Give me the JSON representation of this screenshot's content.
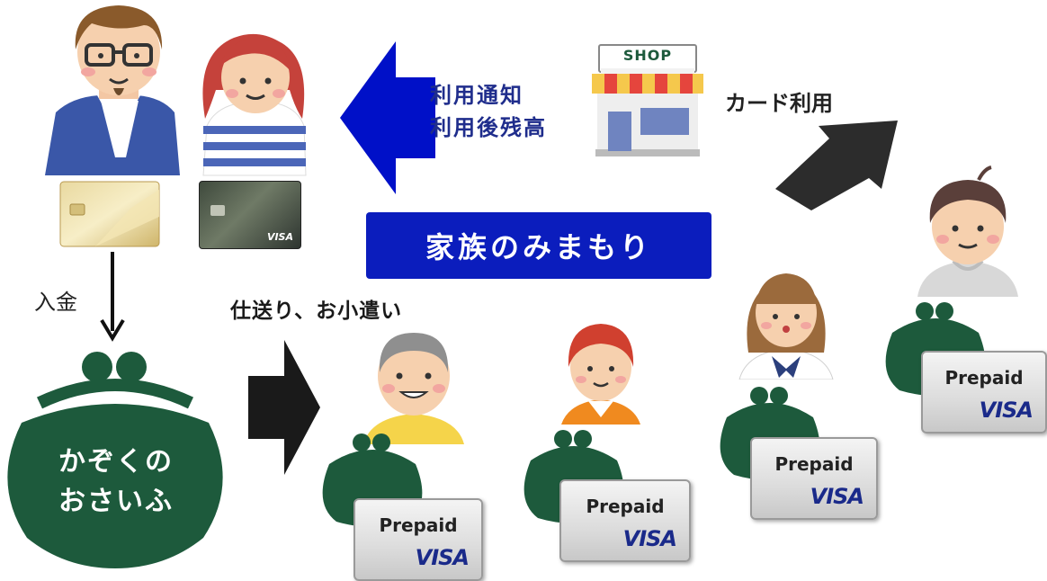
{
  "notice": {
    "line1": "利用通知",
    "line2": "利用後残高"
  },
  "card_use": "カード利用",
  "shop_sign": "SHOP",
  "banner": "家族のみまもり",
  "deposit": "入金",
  "allowance": "仕送り、お小遣い",
  "family_wallet": {
    "line1": "かぞくの",
    "line2": "おさいふ"
  },
  "prepaid_card": {
    "prepaid": "Prepaid",
    "brand": "VISA"
  },
  "credit_card": {
    "brand": "VISA"
  },
  "colors": {
    "wallet": "#1d5a3c",
    "banner": "#0b1dbd",
    "notice_arrow": "#0010c8",
    "dark_arrow": "#2c2c2c"
  }
}
